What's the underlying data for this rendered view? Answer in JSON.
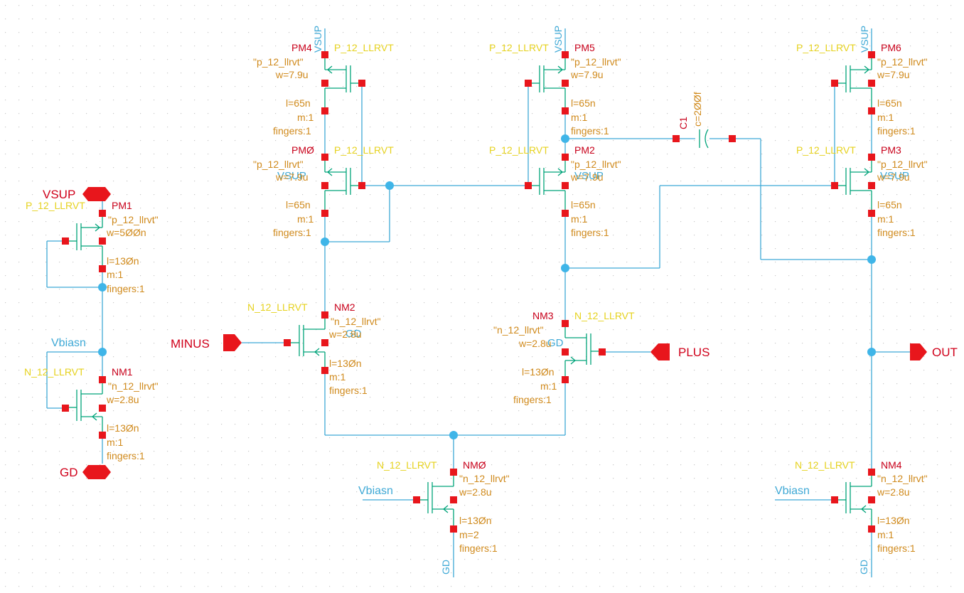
{
  "colors": {
    "background": "#ffffff",
    "grid_dot": "#c8c8c8",
    "wire": "#3fa9d6",
    "device": "#00a37a",
    "pin": "#e8161c",
    "instance_name": "#c8001a",
    "param": "#d08a1c",
    "cell_name": "#e6d21e",
    "net_label": "#3fa9d6",
    "port_label": "#d0001a",
    "junction": "#3fb5e8"
  },
  "devices": {
    "pm4": {
      "name": "PM4",
      "cell": "P_12_LLRVT",
      "model": "\"p_12_llrvt\"",
      "w": "w=7.9u",
      "l": "l=65n",
      "m": "m:1",
      "fingers": "fingers:1"
    },
    "pm5": {
      "name": "PM5",
      "cell": "P_12_LLRVT",
      "model": "\"p_12_llrvt\"",
      "w": "w=7.9u",
      "l": "l=65n",
      "m": "m:1",
      "fingers": "fingers:1"
    },
    "pm6": {
      "name": "PM6",
      "cell": "P_12_LLRVT",
      "model": "\"p_12_llrvt\"",
      "w": "w=7.9u",
      "l": "l=65n",
      "m": "m:1",
      "fingers": "fingers:1"
    },
    "pm0": {
      "name": "PMØ",
      "cell": "P_12_LLRVT",
      "model": "\"p_12_llrvt\"",
      "w": "w=7.9u",
      "l": "l=65n",
      "m": "m:1",
      "fingers": "fingers:1"
    },
    "pm2": {
      "name": "PM2",
      "cell": "P_12_LLRVT",
      "model": "\"p_12_llrvt\"",
      "w": "w=7.9u",
      "l": "l=65n",
      "m": "m:1",
      "fingers": "fingers:1"
    },
    "pm3": {
      "name": "PM3",
      "cell": "P_12_LLRVT",
      "model": "\"p_12_llrvt\"",
      "w": "w=7.9u",
      "l": "l=65n",
      "m": "m:1",
      "fingers": "fingers:1"
    },
    "pm1": {
      "name": "PM1",
      "cell": "P_12_LLRVT",
      "model": "\"p_12_llrvt\"",
      "w": "w=5ØØn",
      "l": "l=13Øn",
      "m": "m:1",
      "fingers": "fingers:1"
    },
    "nm1": {
      "name": "NM1",
      "cell": "N_12_LLRVT",
      "model": "\"n_12_llrvt\"",
      "w": "w=2.8u",
      "l": "l=13Øn",
      "m": "m:1",
      "fingers": "fingers:1"
    },
    "nm2": {
      "name": "NM2",
      "cell": "N_12_LLRVT",
      "model": "\"n_12_llrvt\"",
      "w": "w=2.8u",
      "l": "l=13Øn",
      "m": "m:1",
      "fingers": "fingers:1"
    },
    "nm3": {
      "name": "NM3",
      "cell": "N_12_LLRVT",
      "model": "\"n_12_llrvt\"",
      "w": "w=2.8u",
      "l": "l=13Øn",
      "m": "m:1",
      "fingers": "fingers:1"
    },
    "nm0": {
      "name": "NMØ",
      "cell": "N_12_LLRVT",
      "model": "\"n_12_llrvt\"",
      "w": "w=2.8u",
      "l": "l=13Øn",
      "m": "m=2",
      "fingers": "fingers:1"
    },
    "nm4": {
      "name": "NM4",
      "cell": "N_12_LLRVT",
      "model": "\"n_12_llrvt\"",
      "w": "w=2.8u",
      "l": "l=13Øn",
      "m": "m:1",
      "fingers": "fingers:1"
    }
  },
  "capacitor": {
    "name": "C1",
    "value": "c=2ØØf"
  },
  "ports": {
    "vsup": "VSUP",
    "gd": "GD",
    "minus": "MINUS",
    "plus": "PLUS",
    "out": "OUT"
  },
  "nets": {
    "vsup": "VSUP",
    "gd": "GD",
    "vbiasn": "Vbiasn"
  }
}
